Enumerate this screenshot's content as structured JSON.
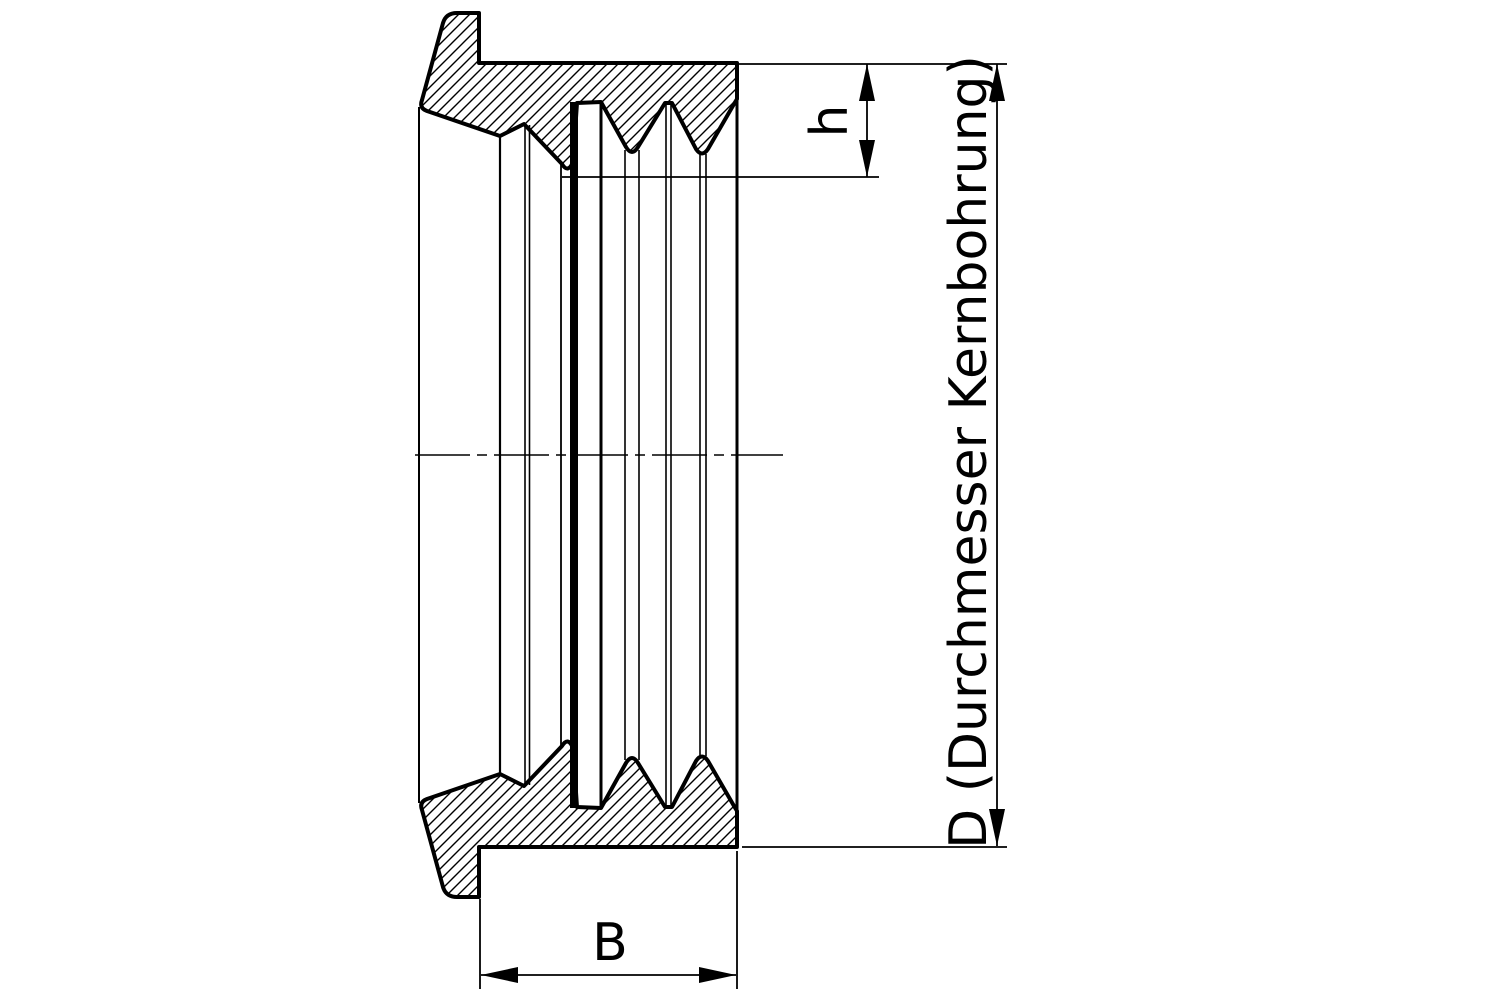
{
  "drawing": {
    "type": "technical-cross-section",
    "background_color": "#ffffff",
    "line_color": "#000000",
    "dimensions": {
      "h": {
        "label": "h"
      },
      "B": {
        "label": "B"
      },
      "D": {
        "label": "D (Durchmesser Kernbohrung)"
      }
    }
  }
}
